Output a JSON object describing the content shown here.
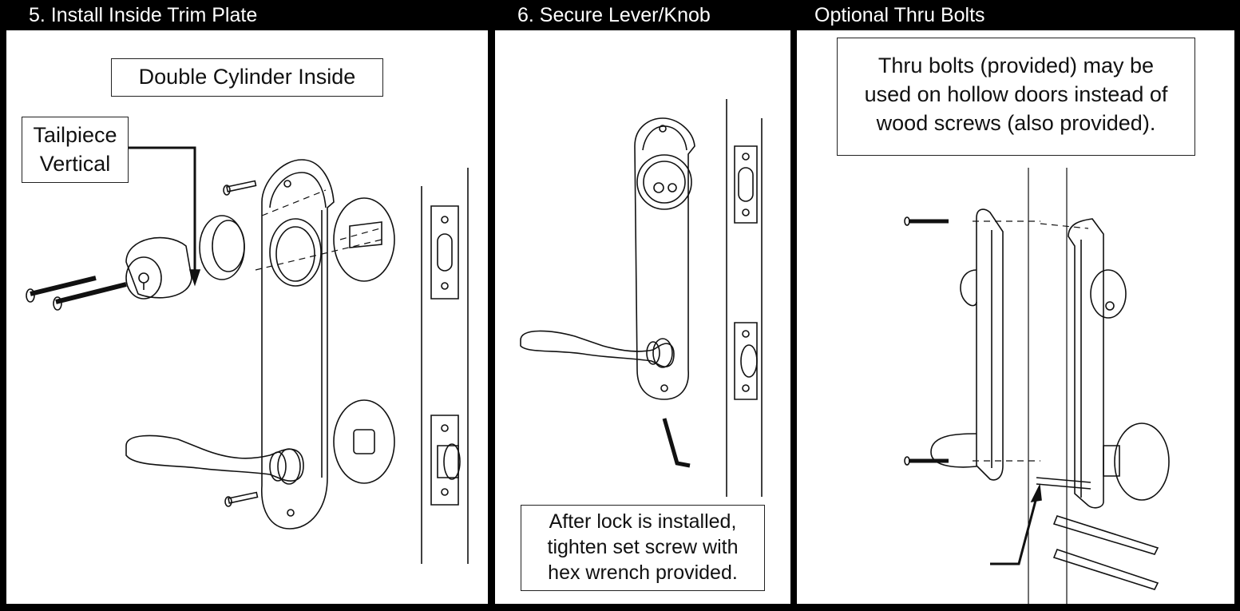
{
  "steps": [
    {
      "title": "5. Install Inside Trim Plate",
      "callouts": {
        "double_cylinder": "Double Cylinder Inside",
        "tailpiece_line1": "Tailpiece",
        "tailpiece_line2": "Vertical"
      }
    },
    {
      "title": "6. Secure Lever/Knob",
      "note_lines": [
        "After lock is installed,",
        "tighten set screw with",
        "hex wrench provided."
      ]
    },
    {
      "title": "Optional Thru Bolts",
      "note_lines": [
        "Thru bolts (provided) may be",
        "used on hollow doors instead of",
        "wood screws (also provided)."
      ]
    }
  ],
  "colors": {
    "background": "#000000",
    "panel": "#ffffff",
    "ink": "#111111"
  }
}
